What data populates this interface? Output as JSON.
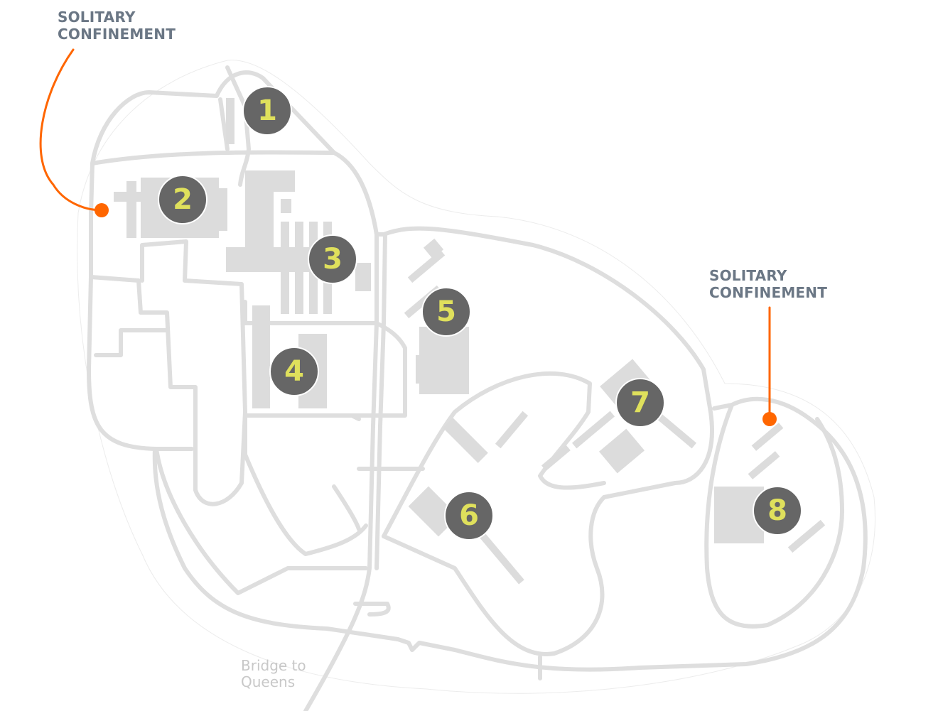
{
  "callouts": [
    {
      "label_line1": "SOLITARY",
      "label_line2": "CONFINEMENT",
      "target_facility": "2"
    },
    {
      "label_line1": "SOLITARY",
      "label_line2": "CONFINEMENT",
      "target_facility": "8"
    }
  ],
  "bridge_label": {
    "line1": "Bridge to",
    "line2": "Queens"
  },
  "facilities": [
    {
      "number": "1"
    },
    {
      "number": "2"
    },
    {
      "number": "3"
    },
    {
      "number": "4"
    },
    {
      "number": "5"
    },
    {
      "number": "6"
    },
    {
      "number": "7"
    },
    {
      "number": "8"
    }
  ],
  "colors": {
    "accent": "#ff6600",
    "marker_fill": "#666666",
    "marker_text": "#dfe05c",
    "road": "#dedede",
    "label": "#6b7785"
  }
}
